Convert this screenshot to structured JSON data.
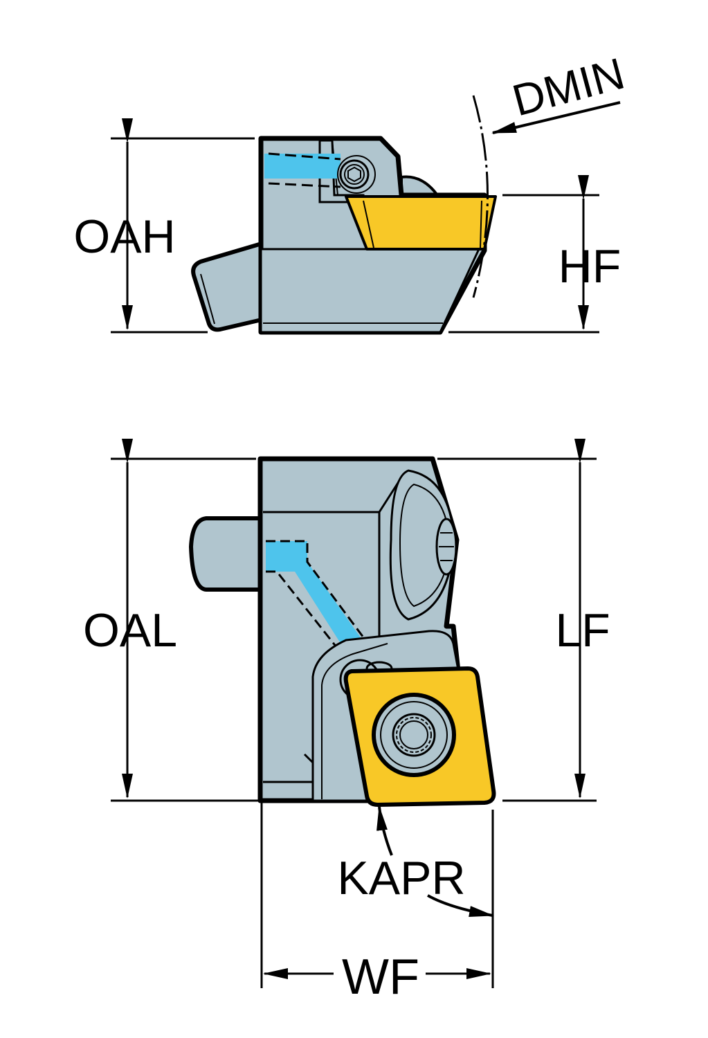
{
  "diagram": {
    "subject": "Cutting tool head with indexable insert — two orthographic views",
    "colors": {
      "body": "#b0c5ce",
      "insert": "#f8c827",
      "coolant": "#4ec4ec",
      "outline": "#000000",
      "background": "#ffffff"
    },
    "views": {
      "side": {
        "labels": {
          "overall_height": "OAH",
          "functional_height": "HF",
          "min_diameter": "DMIN"
        }
      },
      "top": {
        "labels": {
          "overall_length": "OAL",
          "functional_length": "LF",
          "functional_width": "WF",
          "entering_angle": "KAPR"
        }
      }
    }
  }
}
